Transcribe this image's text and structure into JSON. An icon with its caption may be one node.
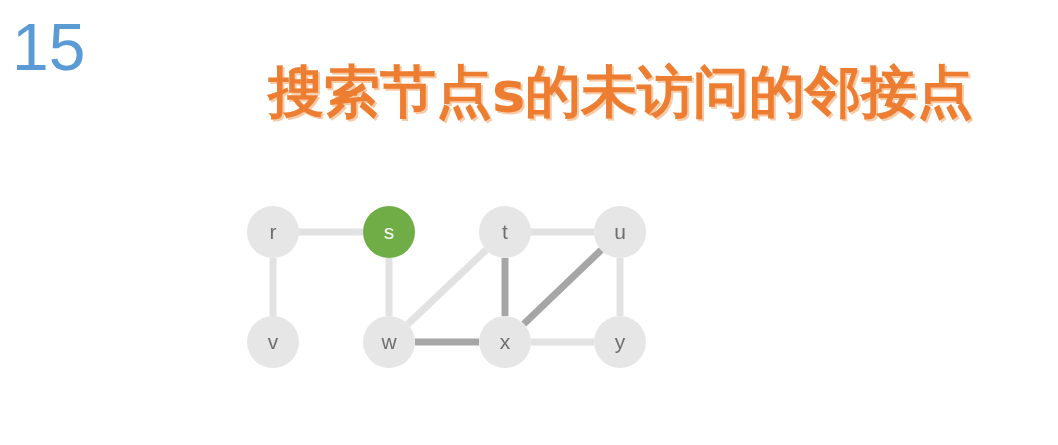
{
  "diagram": {
    "title": "搜索节点s的未访问的邻接点",
    "nodes": [
      {
        "text": [
          "r"
        ]
      },
      {
        "text": [
          "s"
        ]
      },
      {
        "text": [
          "t"
        ]
      },
      {
        "text": [
          "u"
        ]
      },
      {
        "text": [
          "v"
        ]
      },
      {
        "text": [
          "w"
        ]
      },
      {
        "text": [
          "x"
        ]
      },
      {
        "text": [
          "y"
        ]
      }
    ],
    "edges": [
      {
        "from": 0,
        "to": 1,
        "arrow": "none"
      },
      {
        "from": 2,
        "to": 3,
        "arrow": "none"
      },
      {
        "from": 0,
        "to": 4,
        "arrow": "none"
      },
      {
        "from": 1,
        "to": 5,
        "arrow": "none"
      },
      {
        "from": 5,
        "to": 2,
        "arrow": "none"
      },
      {
        "from": 2,
        "to": 6,
        "arrow": "none",
        "color": "#a6a6a6"
      },
      {
        "from": 6,
        "to": 3,
        "arrow": "none",
        "color": "#a6a6a6"
      },
      {
        "from": 3,
        "to": 7,
        "arrow": "none"
      },
      {
        "from": 5,
        "to": 6,
        "arrow": "none",
        "color": "#a6a6a6"
      },
      {
        "from": 6,
        "to": 7,
        "arrow": "none"
      }
    ],
    "labels": [
      "15"
    ]
  }
}
